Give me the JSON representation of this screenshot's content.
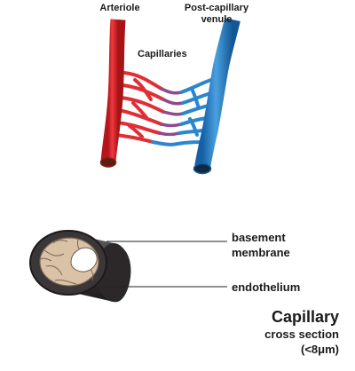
{
  "labels": {
    "arteriole": "Arteriole",
    "venule_line1": "Post-capillary",
    "venule_line2": "venule",
    "capillaries": "Capillaries",
    "basement_line1": "basement",
    "basement_line2": "membrane",
    "endothelium": "endothelium",
    "title": "Capillary",
    "subtitle": "cross section",
    "size_note": "(<8μm)"
  },
  "colors": {
    "arteriole": "#d8262d",
    "venule": "#1f7ac4",
    "vessel_wall": "#3a3638",
    "endothelial_cells": "#d9c2a6",
    "lumen": "#ffffff"
  }
}
